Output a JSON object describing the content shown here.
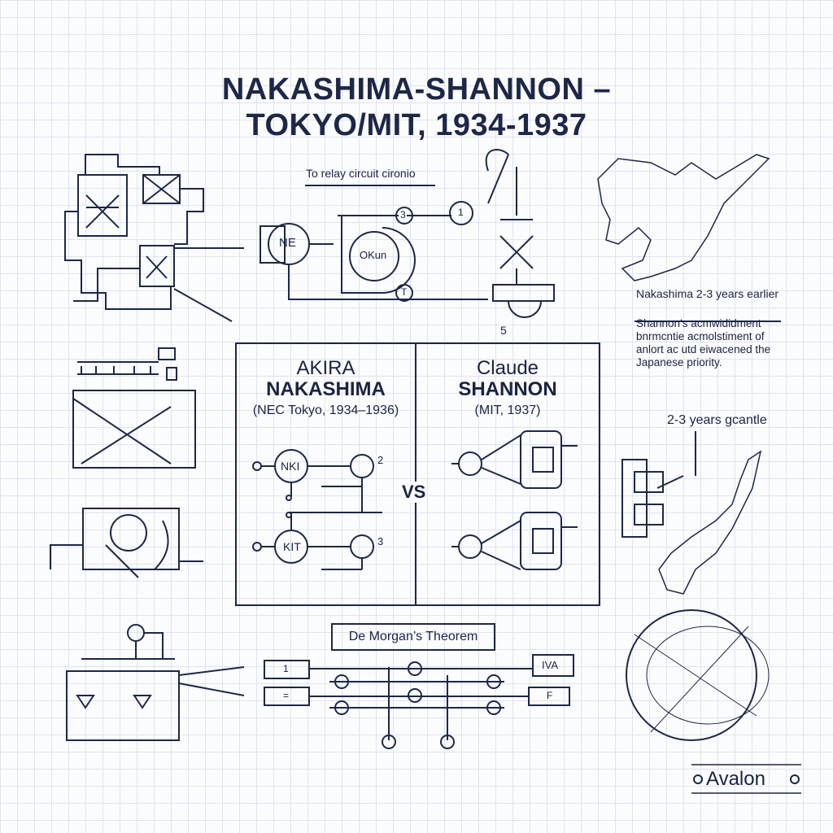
{
  "title": {
    "line1": "NAKASHIMA-SHANNON –",
    "line2": "TOKYO/MIT, 1934-1937"
  },
  "top_circuit": {
    "caption": "To relay circuit cironio",
    "labels": [
      "NE",
      "OKun",
      "3",
      "T",
      "1",
      "5"
    ]
  },
  "comparison": {
    "left": {
      "first": "AKIRA",
      "last": "NAKASHIMA",
      "affiliation": "(NEC Tokyo, 1934–1936)",
      "nodes": [
        "NKI",
        "KIT",
        "2",
        "3"
      ]
    },
    "vs": "VS",
    "right": {
      "first": "Claude",
      "last": "SHANNON",
      "affiliation": "(MIT, 1937)"
    }
  },
  "notes": {
    "heading": "Nakashima 2-3 years earlier",
    "body": [
      "Shannon’s acmwididment",
      "bnrmcntie acmolstiment of",
      "anlort ac utd eiwacened the",
      "Japanese priority."
    ],
    "gap_label": "2-3 years gcantle"
  },
  "de_morgan": {
    "label": "De Morgan’s Theorem",
    "inputs": [
      "1",
      "="
    ],
    "outputs": [
      "IVA",
      "F"
    ]
  },
  "logo": "Avalon",
  "colors": {
    "ink": "#1e2747",
    "grid": "#dfe4ee",
    "background": "#fbfcfe"
  }
}
